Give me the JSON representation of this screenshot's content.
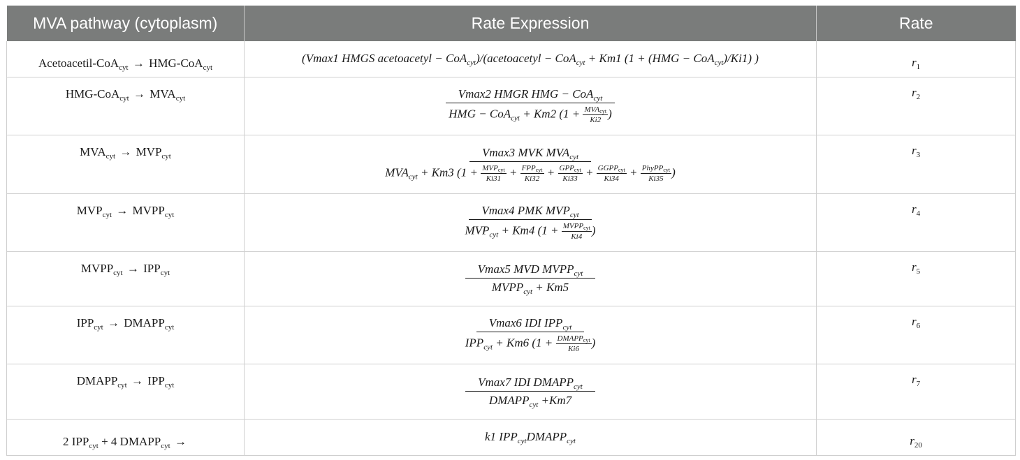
{
  "header": {
    "col_pathway": "MVA pathway (cytoplasm)",
    "col_expression": "Rate Expression",
    "col_rate": "Rate"
  },
  "sub": "cyt",
  "rows": [
    {
      "reaction": {
        "left": "Acetoacetil-CoA",
        "right": "HMG-CoA"
      },
      "expr": {
        "a": "(Vmax1  HMGS  acetoacetyl − CoA",
        "b": ")/(acetoacetyl − CoA",
        "c": " + Km1  (1 + (HMG − CoA",
        "d": ")/Ki1)  )"
      },
      "rate": {
        "symbol": "r",
        "index": "1"
      }
    },
    {
      "reaction": {
        "left": "HMG-CoA",
        "right": "MVA"
      },
      "expr": {
        "num": "Vmax2  HMGR  HMG − CoA",
        "den": "HMG − CoA",
        "den2": " + Km2  (1 + ",
        "sn": "MVA",
        "sd": "Ki2",
        "close": ")"
      },
      "rate": {
        "symbol": "r",
        "index": "2"
      }
    },
    {
      "reaction": {
        "left": "MVA",
        "right": "MVP"
      },
      "expr": {
        "num": "Vmax3  MVK  MVA",
        "den": "MVA",
        "den2": " + Km3  (1 + ",
        "t1n": "MVP",
        "t1d": "Ki31",
        "t2n": "FPP",
        "t2d": "Ki32",
        "t3n": "GPP",
        "t3d": "Ki33",
        "t4n": "GGPP",
        "t4d": "Ki34",
        "t5n": "PhyPP",
        "t5d": "Ki35",
        "plus": " + ",
        "close": ")"
      },
      "rate": {
        "symbol": "r",
        "index": "3"
      }
    },
    {
      "reaction": {
        "left": "MVP",
        "right": "MVPP"
      },
      "expr": {
        "num": "Vmax4  PMK  MVP",
        "den": "MVP",
        "den2": " + Km4  (1 + ",
        "sn": "MVPP",
        "sd": "Ki4",
        "close": ")"
      },
      "rate": {
        "symbol": "r",
        "index": "4"
      }
    },
    {
      "reaction": {
        "left": "MVPP",
        "right": "IPP"
      },
      "expr": {
        "num": "Vmax5  MVD  MVPP",
        "den": "MVPP",
        "den2": " + Km5"
      },
      "rate": {
        "symbol": "r",
        "index": "5"
      }
    },
    {
      "reaction": {
        "left": "IPP",
        "right": "DMAPP"
      },
      "expr": {
        "num": "Vmax6  IDI  IPP",
        "den": "IPP",
        "den2": " + Km6  (1 + ",
        "sn": "DMAPP",
        "sd": "Ki6",
        "close": ")"
      },
      "rate": {
        "symbol": "r",
        "index": "6"
      }
    },
    {
      "reaction": {
        "left": "DMAPP",
        "right": "IPP"
      },
      "expr": {
        "num": "Vmax7  IDI  DMAPP",
        "den": "DMAPP",
        "den2": "  +Km7"
      },
      "rate": {
        "symbol": "r",
        "index": "7"
      }
    },
    {
      "reaction": {
        "left": "2 IPP",
        "mid": " + 4 DMAPP"
      },
      "expr": {
        "a": "k1  IPP",
        "b": "DMAPP"
      },
      "rate": {
        "symbol": "r",
        "index": "20"
      }
    }
  ]
}
